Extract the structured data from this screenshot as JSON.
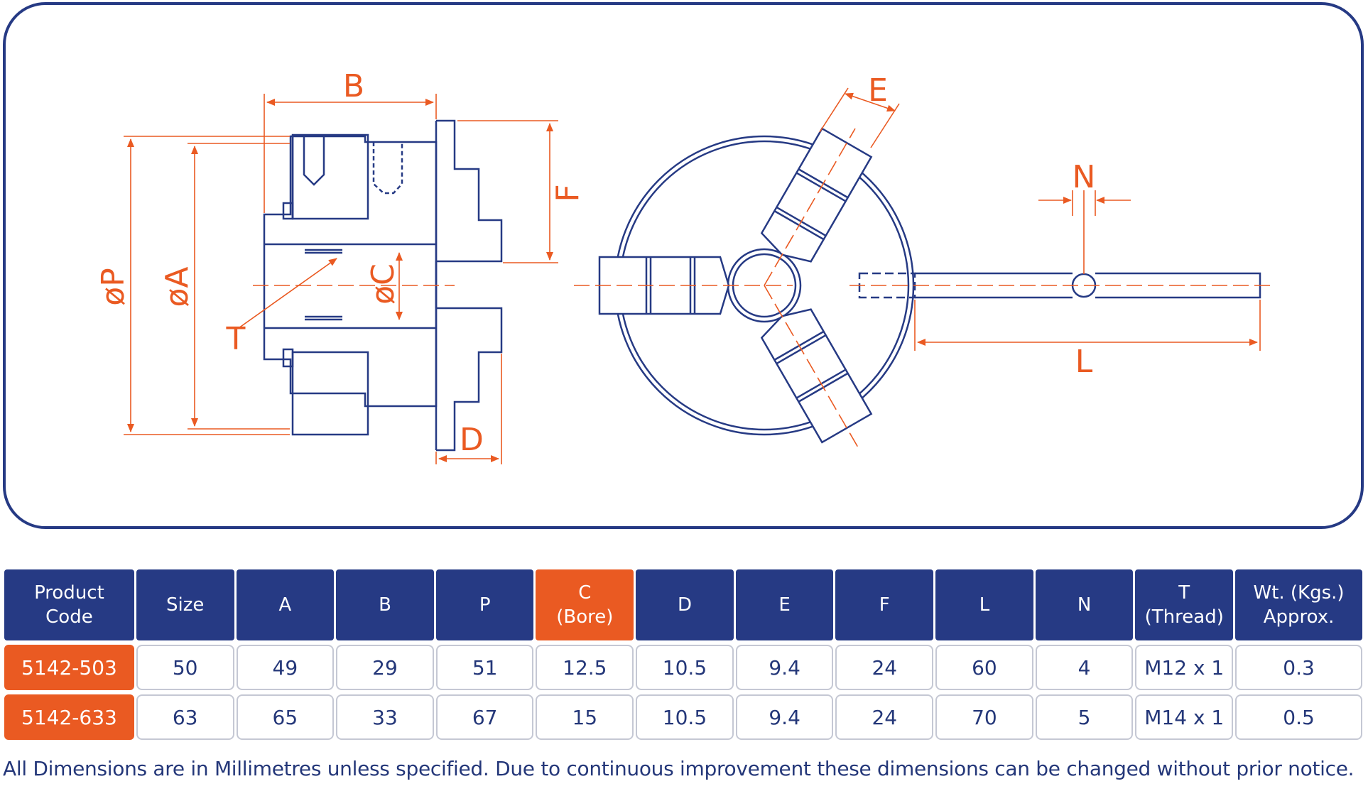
{
  "diagram": {
    "labels": {
      "B": "B",
      "P": "øP",
      "A": "øA",
      "C": "øC",
      "T": "T",
      "F": "F",
      "D": "D",
      "E": "E",
      "N": "N",
      "L": "L"
    },
    "colors": {
      "outline": "#263a84",
      "dimension": "#ea5a22"
    }
  },
  "table": {
    "headers": [
      {
        "line1": "Product",
        "line2": "Code"
      },
      {
        "line1": "Size",
        "line2": ""
      },
      {
        "line1": "A",
        "line2": ""
      },
      {
        "line1": "B",
        "line2": ""
      },
      {
        "line1": "P",
        "line2": ""
      },
      {
        "line1": "C",
        "line2": "(Bore)"
      },
      {
        "line1": "D",
        "line2": ""
      },
      {
        "line1": "E",
        "line2": ""
      },
      {
        "line1": "F",
        "line2": ""
      },
      {
        "line1": "L",
        "line2": ""
      },
      {
        "line1": "N",
        "line2": ""
      },
      {
        "line1": "T",
        "line2": "(Thread)"
      },
      {
        "line1": "Wt. (Kgs.)",
        "line2": "Approx."
      }
    ],
    "rows": [
      [
        "5142-503",
        "50",
        "49",
        "29",
        "51",
        "12.5",
        "10.5",
        "9.4",
        "24",
        "60",
        "4",
        "M12 x 1",
        "0.3"
      ],
      [
        "5142-633",
        "63",
        "65",
        "33",
        "67",
        "15",
        "10.5",
        "9.4",
        "24",
        "70",
        "5",
        "M14 x 1",
        "0.5"
      ]
    ],
    "colors": {
      "header": "#263a84",
      "highlight": "#ea5a22",
      "text": "#243779"
    }
  },
  "footnote": "All Dimensions are in Millimetres unless specified. Due to continuous improvement these dimensions can be changed without prior notice."
}
